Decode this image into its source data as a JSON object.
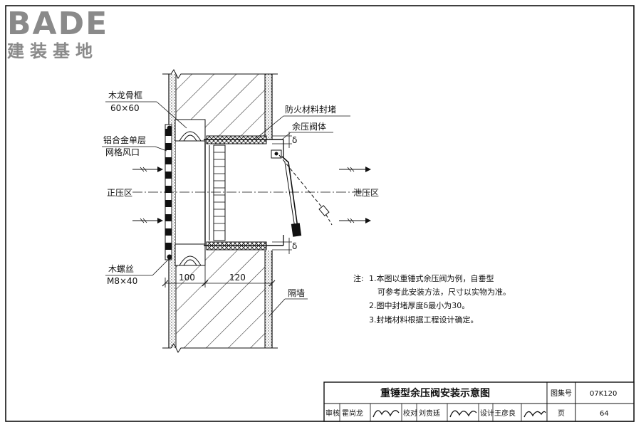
{
  "logo": {
    "brand": "BADE",
    "tagline": "建装基地"
  },
  "labels": {
    "wood_frame": "木龙骨框",
    "wood_frame_size": "60×60",
    "grille_line1": "铝合金单层",
    "grille_line2": "网格风口",
    "positive_zone": "正压区",
    "relief_zone": "泄压区",
    "fire_seal": "防火材料封堵",
    "valve_body": "余压阀体",
    "wood_screw": "木螺丝",
    "wood_screw_size": "M8×40",
    "dim_100": "100",
    "dim_120": "120",
    "partition": "隔墙",
    "delta": "δ"
  },
  "notes": {
    "prefix": "注:",
    "n1a": "1.本图以重锤式余压阀为例，自垂型",
    "n1b": "可参考此安装方法，尺寸以实物为准。",
    "n2": "2.图中封堵厚度δ最小为30。",
    "n3": "3.封堵材料根据工程设计确定。"
  },
  "title_block": {
    "title": "重锤型余压阀安装示意图",
    "atlas_label": "图集号",
    "atlas_no": "07K120",
    "review_label": "审核",
    "review_name": "霍尚龙",
    "check_label": "校对",
    "check_name": "刘贵廷",
    "design_label": "设计",
    "design_name": "王彦良",
    "page_label": "页",
    "page_no": "64"
  }
}
